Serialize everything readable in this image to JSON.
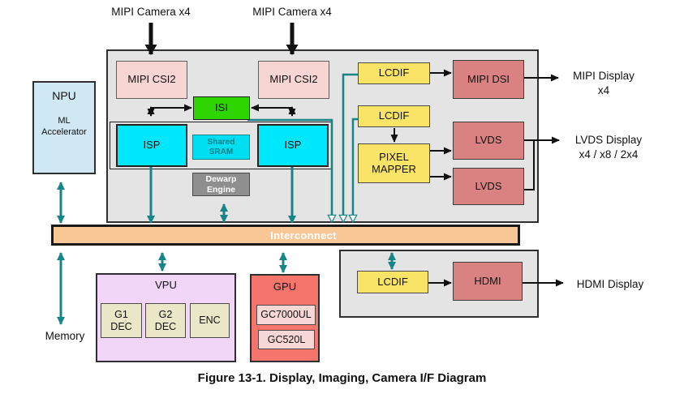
{
  "figure": {
    "caption": "Figure 13-1. Display, Imaging, Camera I/F Diagram",
    "camera_inputs": [
      {
        "label": "MIPI Camera x4"
      },
      {
        "label": "MIPI Camera x4"
      }
    ],
    "blocks": {
      "npu": {
        "title": "NPU",
        "subtitle": "ML\nAccelerator"
      },
      "mipi_csi2_left": {
        "label": "MIPI CSI2"
      },
      "mipi_csi2_right": {
        "label": "MIPI CSI2"
      },
      "isi": {
        "label": "ISI"
      },
      "isp_left": {
        "label": "ISP"
      },
      "isp_right": {
        "label": "ISP"
      },
      "shared_sram": {
        "label": "Shared\nSRAM"
      },
      "dewarp_engine": {
        "label": "Dewarp\nEngine"
      },
      "lcdif_mipi": {
        "label": "LCDIF"
      },
      "lcdif_lvds": {
        "label": "LCDIF"
      },
      "pixel_mapper": {
        "label": "PIXEL\nMAPPER"
      },
      "mipi_dsi": {
        "label": "MIPI DSI"
      },
      "lvds_top": {
        "label": "LVDS"
      },
      "lvds_bottom": {
        "label": "LVDS"
      },
      "interconnect": {
        "label": "Interconnect"
      },
      "lcdif_hdmi": {
        "label": "LCDIF"
      },
      "hdmi": {
        "label": "HDMI"
      },
      "vpu": {
        "title": "VPU",
        "children": [
          "G1\nDEC",
          "G2\nDEC",
          "ENC"
        ]
      },
      "gpu": {
        "title": "GPU",
        "children": [
          "GC7000UL",
          "GC520L"
        ]
      },
      "memory": {
        "label": "Memory"
      }
    },
    "outputs": {
      "mipi_display": "MIPI Display\nx4",
      "lvds_display": "LVDS Display\nx4 / x8 / 2x4",
      "hdmi_display": "HDMI Display"
    },
    "colors": {
      "teal_arrow": "#178488",
      "black_arrow": "#111111",
      "bus_fill": "#f9c795",
      "container_gray": "#e4e4e4",
      "csi_pink": "#f7d5d3",
      "isi_green": "#2ed500",
      "isp_cyan": "#00e6fa",
      "sram_text": "#0b7f86",
      "lcdif_yellow": "#f9e467",
      "phy_salmon": "#d98281",
      "npu_blue": "#d0e8f4",
      "vpu_lavender": "#f1d6f9",
      "gpu_red": "#f5746c",
      "codec_beige": "#eae7c8",
      "gc_pink": "#f6d7d5",
      "dewarp_gray": "#8f8f8f"
    }
  }
}
